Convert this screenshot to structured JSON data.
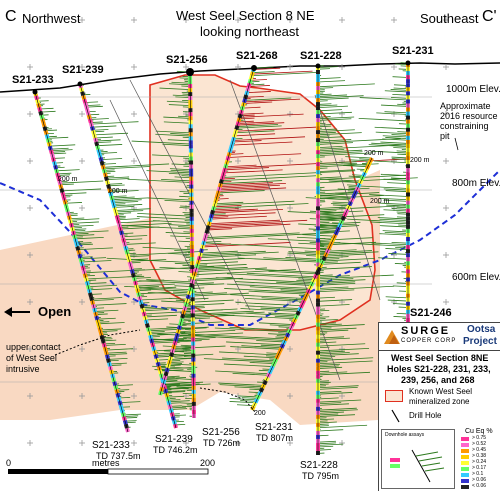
{
  "header": {
    "left_letter": "C",
    "left_dir": "Northwest",
    "title_line1": "West Seel Section 8 NE",
    "title_line2": "looking northeast",
    "right_dir": "Southeast",
    "right_letter": "C'"
  },
  "collars": [
    "S21-233",
    "S21-239",
    "S21-256",
    "S21-268",
    "S21-228",
    "S21-231"
  ],
  "elevations": [
    "1000m Elev.",
    "800m Elev.",
    "600m Elev."
  ],
  "pit_label": [
    "Approximate",
    "2016 resource",
    "constraining",
    "pit"
  ],
  "depth_marks": [
    "200 m",
    "200 m",
    "200 m",
    "200 m",
    "200 m"
  ],
  "open_label": "Open",
  "upper_contact": [
    "upper contact",
    "of West Seel",
    "intrusive"
  ],
  "hole_s21_246": "S21-246",
  "toes": [
    {
      "id": "S21-233",
      "td": "TD 737.5m"
    },
    {
      "id": "S21-239",
      "td": "TD 746.2m"
    },
    {
      "id": "S21-256",
      "td": "TD 726m"
    },
    {
      "id": "S21-231",
      "td": "TD 807m"
    },
    {
      "id": "S21-228",
      "td": "TD 795m"
    }
  ],
  "depth_200_bottom": "200",
  "scale": {
    "zero": "0",
    "unit": "metres",
    "max": "200"
  },
  "logo": {
    "brand": "SURGE",
    "sub": "COPPER CORP",
    "project1": "Ootsa",
    "project2": "Project"
  },
  "legend": {
    "title1": "West Seel Section 8NE",
    "title2": "Holes S21-228, 231, 233,",
    "title3": "239, 256, and 268",
    "zone1": "Known West Seel",
    "zone2": "mineralized zone",
    "drill": "Drill Hole",
    "assays": "Downhole assays",
    "cu_title": "Cu Eq %",
    "cu_bins": [
      {
        "label": "> 0.75",
        "color": "#ff3399"
      },
      {
        "label": "> 0.52",
        "color": "#ff66cc"
      },
      {
        "label": "> 0.45",
        "color": "#ff9900"
      },
      {
        "label": "> 0.38",
        "color": "#ffcc00"
      },
      {
        "label": "> 0.24",
        "color": "#ffff33"
      },
      {
        "label": "> 0.17",
        "color": "#66ff66"
      },
      {
        "label": "> 0.1",
        "color": "#33ccff"
      },
      {
        "label": "> 0.06",
        "color": "#3333cc"
      },
      {
        "label": "< 0.06",
        "color": "#222222"
      }
    ]
  },
  "colors": {
    "zone_fill": "#f9d9c2",
    "zone_line": "#e03020",
    "pit_line": "#1e2fd6",
    "histo_green": "#2d7a1e",
    "histo_red": "#b01010"
  }
}
